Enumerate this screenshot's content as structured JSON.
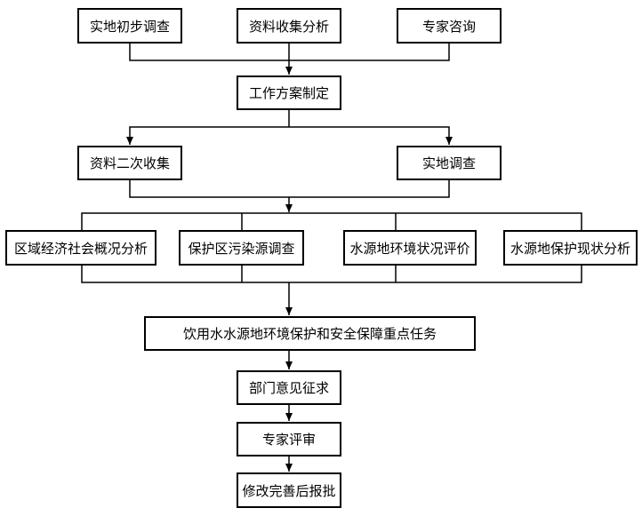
{
  "row1": {
    "survey_label": "实地初步调查",
    "data_label": "资料收集分析",
    "expert_label": "专家咨询"
  },
  "row2": {
    "plan_label": "工作方案制定"
  },
  "row3": {
    "secondary_label": "资料二次收集",
    "field_label": "实地调查"
  },
  "row4": {
    "regional_label": "区域经济社会概况分析",
    "pollution_label": "保护区污染源调查",
    "environment_label": "水源地环境状况评价",
    "protection_label": "水源地保护现状分析"
  },
  "row5": {
    "tasks_label": "饮用水水源地环境保护和安全保障重点任务"
  },
  "row6": {
    "consult_label": "部门意见征求"
  },
  "row7": {
    "review_label": "专家评审"
  },
  "row8": {
    "approve_label": "修改完善后报批"
  }
}
